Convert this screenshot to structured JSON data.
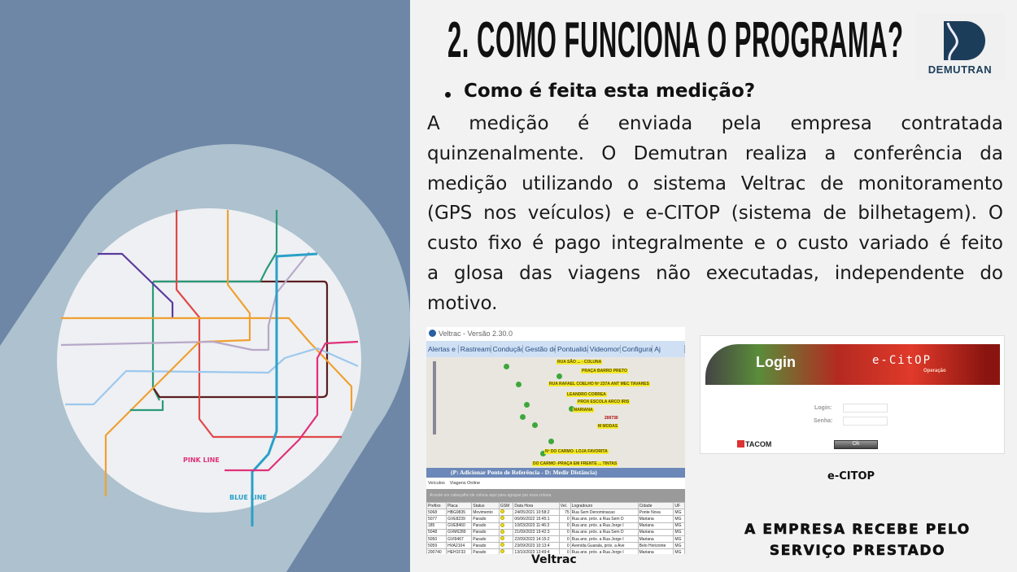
{
  "slide": {
    "title": "2. COMO FUNCIONA O PROGRAMA?",
    "logo_text": "DEMUTRAN",
    "bullet": "Como é feita esta medição?",
    "body_lines": [
      "A medição é enviada pela empresa contratada",
      "quinzenalmente. O Demutran realiza a conferência da",
      "medição utilizando o sistema Veltrac de monitoramento",
      "(GPS nos veículos) e e-CITOP (sistema de bilhetagem). O",
      "custo fixo é pago integralmente e o custo variado é feito",
      "a glosa das viagens não executadas, independente do",
      "motivo."
    ],
    "veltrac_caption": "Veltrac",
    "ecitop_caption": "e-CITOP",
    "bottom_line1": "A EMPRESA RECEBE PELO",
    "bottom_line2": "SERVIÇO PRESTADO",
    "colors": {
      "left_bg": "#6f87a6",
      "band": "#adc1ce",
      "accent": "#1c3d5a"
    }
  },
  "subway_map": {
    "pink_label": "PINK LINE",
    "blue_label": "BLUE LINE"
  },
  "veltrac": {
    "window_title": "Veltrac - Versão 2.30.0",
    "menu": [
      "Alertas e Ex",
      "Rastreamen",
      "Condução E",
      "Gestão de M",
      "Pontualidac",
      "Videomonit",
      "Configuraç",
      "Aj"
    ],
    "map_labels": [
      "RUA SÃO ... - COLUNA",
      "PRAÇA BARRO PRETO",
      "RUA RAFAEL COELHO Nº 237A ANT MEC TAVARES",
      "LEANDRO CORREA",
      "PROX ESCOLA ARCO IRIS",
      "MARIANA",
      "200730",
      "M MODAS",
      "Nº DO CARMO- LOJA FAVORITA",
      "DO CARMO -PRAÇA EM FRENTE ... TINTAS"
    ],
    "status_bar": "(P: Adicionar Ponto de Referência - D: Medir Distância)",
    "tabs": [
      "Veículos",
      "Viagens Online"
    ],
    "group_hint": "Arraste um cabeçalho de coluna aqui para agrupar por essa coluna",
    "columns": [
      "Prefixo",
      "Placa",
      "Status",
      "GSM",
      "Data Hora",
      "Vel.",
      "Logradouro",
      "Cidade",
      "UF"
    ],
    "rows": [
      [
        "5068",
        "HBG9835",
        "Movimento",
        "",
        "24/05/2021 10:58:2",
        "75",
        "Rua Sem Denominacao",
        "Ponte Nova",
        "MG"
      ],
      [
        "5077",
        "GVE8239",
        "Parado",
        "",
        "06/06/2022 15:45:1",
        "0",
        "Rua anx. próx. a Rua Sem D",
        "Mariana",
        "MG"
      ],
      [
        "185",
        "GVE8460",
        "Parado",
        "",
        "10/03/2023 11:46:3",
        "0",
        "Rua anx. próx. a Rua Jorge I",
        "Mariana",
        "MG"
      ],
      [
        "5048",
        "GVM6289",
        "Parado",
        "",
        "21/09/2023 19:42:3",
        "0",
        "Rua anx. próx. a Rua Sem D",
        "Mariana",
        "MG"
      ],
      [
        "5050",
        "GVI9467",
        "Parado",
        "",
        "22/09/2023 14:15:2",
        "0",
        "Rua anx. próx. a Rua Jorge I",
        "Mariana",
        "MG"
      ],
      [
        "5059",
        "HVA2104",
        "Parado",
        "",
        "23/09/2023 10:13:4",
        "0",
        "Avenida Guarala, próx. a Ave",
        "Belo Horizonte",
        "MG"
      ],
      [
        "200740",
        "HEH1F33",
        "Parado",
        "",
        "13/10/2023 13:49:4",
        "0",
        "Rua anx. próx. a Rua Jorge I",
        "Mariana",
        "MG"
      ]
    ]
  },
  "ecitop": {
    "banner_login": "Login",
    "banner_product": "e-CitOP",
    "banner_sub": "Operação",
    "login_label": "Login:",
    "password_label": "Senha:",
    "ok_label": "Ok",
    "vendor": "TACOM"
  }
}
